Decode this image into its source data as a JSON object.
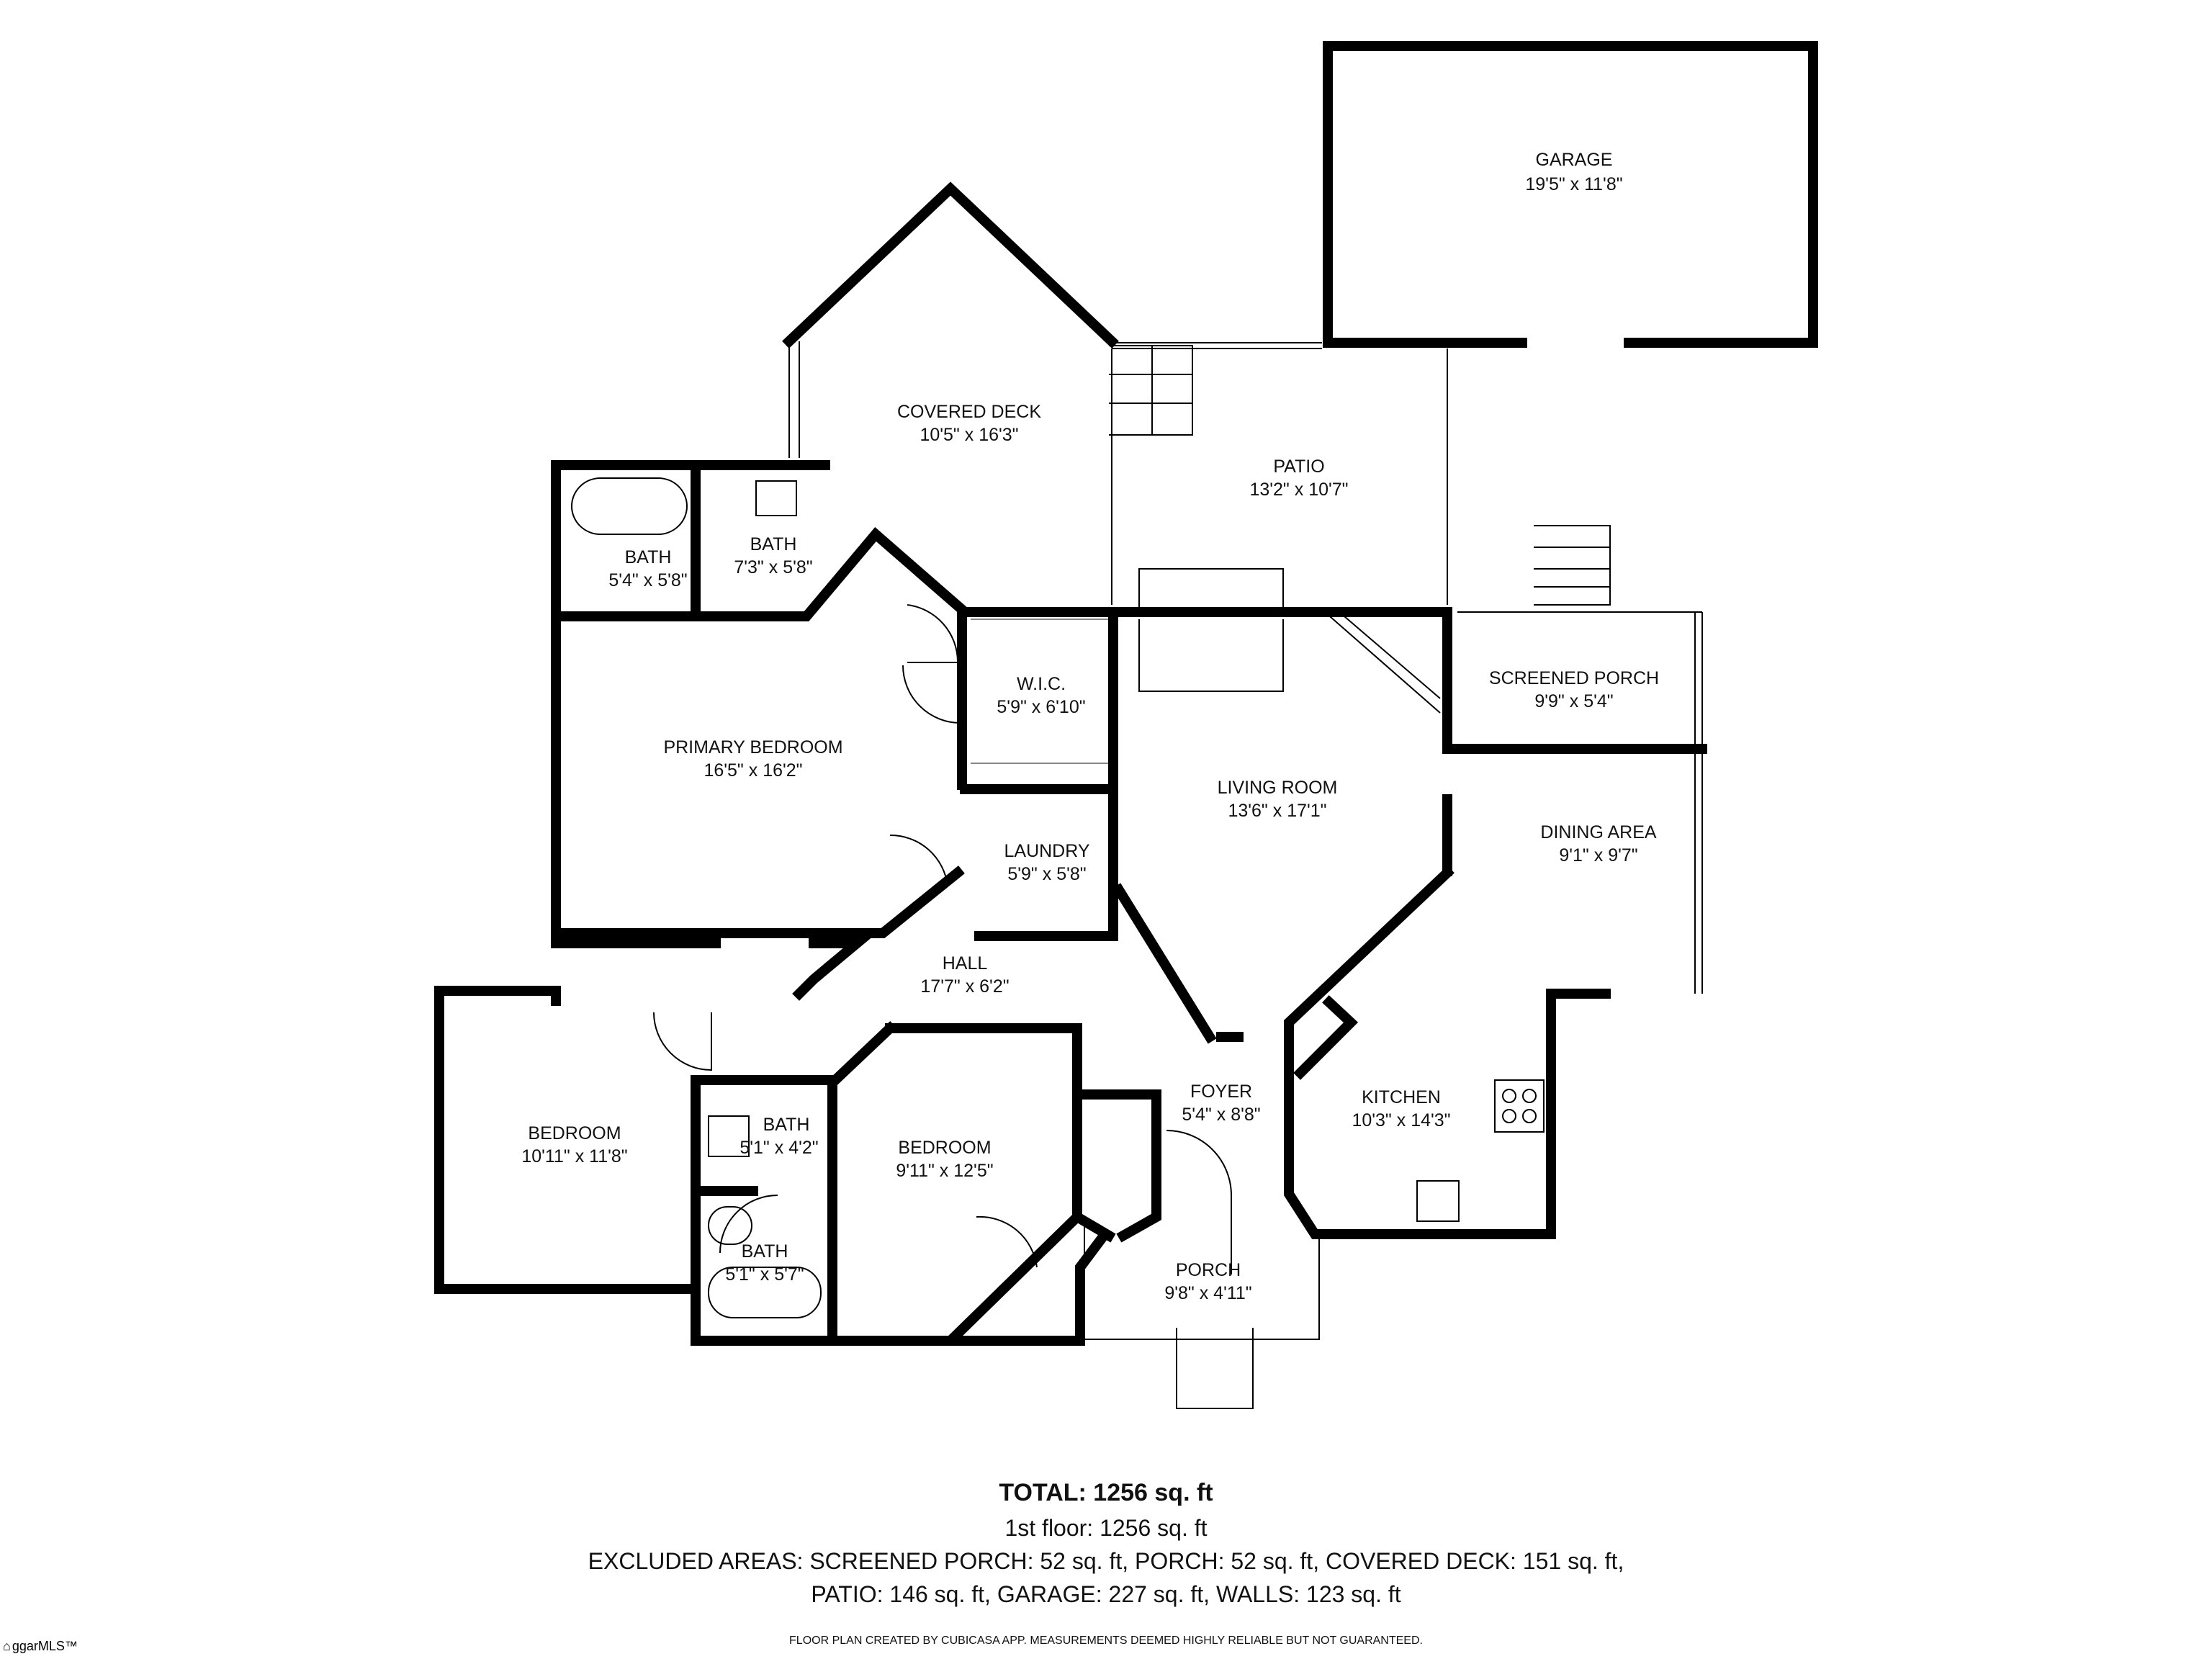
{
  "rooms": [
    {
      "name": "GARAGE",
      "dims": "19'5\" x 11'8\""
    },
    {
      "name": "COVERED DECK",
      "dims": "10'5\" x 16'3\""
    },
    {
      "name": "PATIO",
      "dims": "13'2\" x 10'7\""
    },
    {
      "name": "BATH",
      "dims": "5'4\" x 5'8\""
    },
    {
      "name": "BATH",
      "dims": "7'3\" x 5'8\""
    },
    {
      "name": "SCREENED PORCH",
      "dims": "9'9\" x 5'4\""
    },
    {
      "name": "W.I.C.",
      "dims": "5'9\" x 6'10\""
    },
    {
      "name": "PRIMARY BEDROOM",
      "dims": "16'5\" x 16'2\""
    },
    {
      "name": "LIVING ROOM",
      "dims": "13'6\" x 17'1\""
    },
    {
      "name": "DINING AREA",
      "dims": "9'1\" x 9'7\""
    },
    {
      "name": "LAUNDRY",
      "dims": "5'9\" x 5'8\""
    },
    {
      "name": "HALL",
      "dims": "17'7\" x 6'2\""
    },
    {
      "name": "FOYER",
      "dims": "5'4\" x 8'8\""
    },
    {
      "name": "KITCHEN",
      "dims": "10'3\" x 14'3\""
    },
    {
      "name": "BEDROOM",
      "dims": "10'11\" x 11'8\""
    },
    {
      "name": "BATH",
      "dims": "5'1\" x 4'2\""
    },
    {
      "name": "BEDROOM",
      "dims": "9'11\" x 12'5\""
    },
    {
      "name": "BATH",
      "dims": "5'1\" x 5'7\""
    },
    {
      "name": "PORCH",
      "dims": "9'8\" x 4'11\""
    }
  ],
  "summary": {
    "total": "TOTAL: 1256 sq. ft",
    "floor": "1st floor: 1256 sq. ft",
    "excluded_1": "EXCLUDED AREAS: SCREENED PORCH: 52 sq. ft, PORCH: 52 sq. ft, COVERED DECK: 151 sq. ft,",
    "excluded_2": "PATIO: 146 sq. ft, GARAGE: 227 sq. ft, WALLS: 123 sq. ft",
    "credit": "FLOOR PLAN CREATED BY CUBICASA APP. MEASUREMENTS DEEMED HIGHLY RELIABLE BUT NOT GUARANTEED."
  },
  "logo": {
    "text": "ggarMLS™"
  }
}
